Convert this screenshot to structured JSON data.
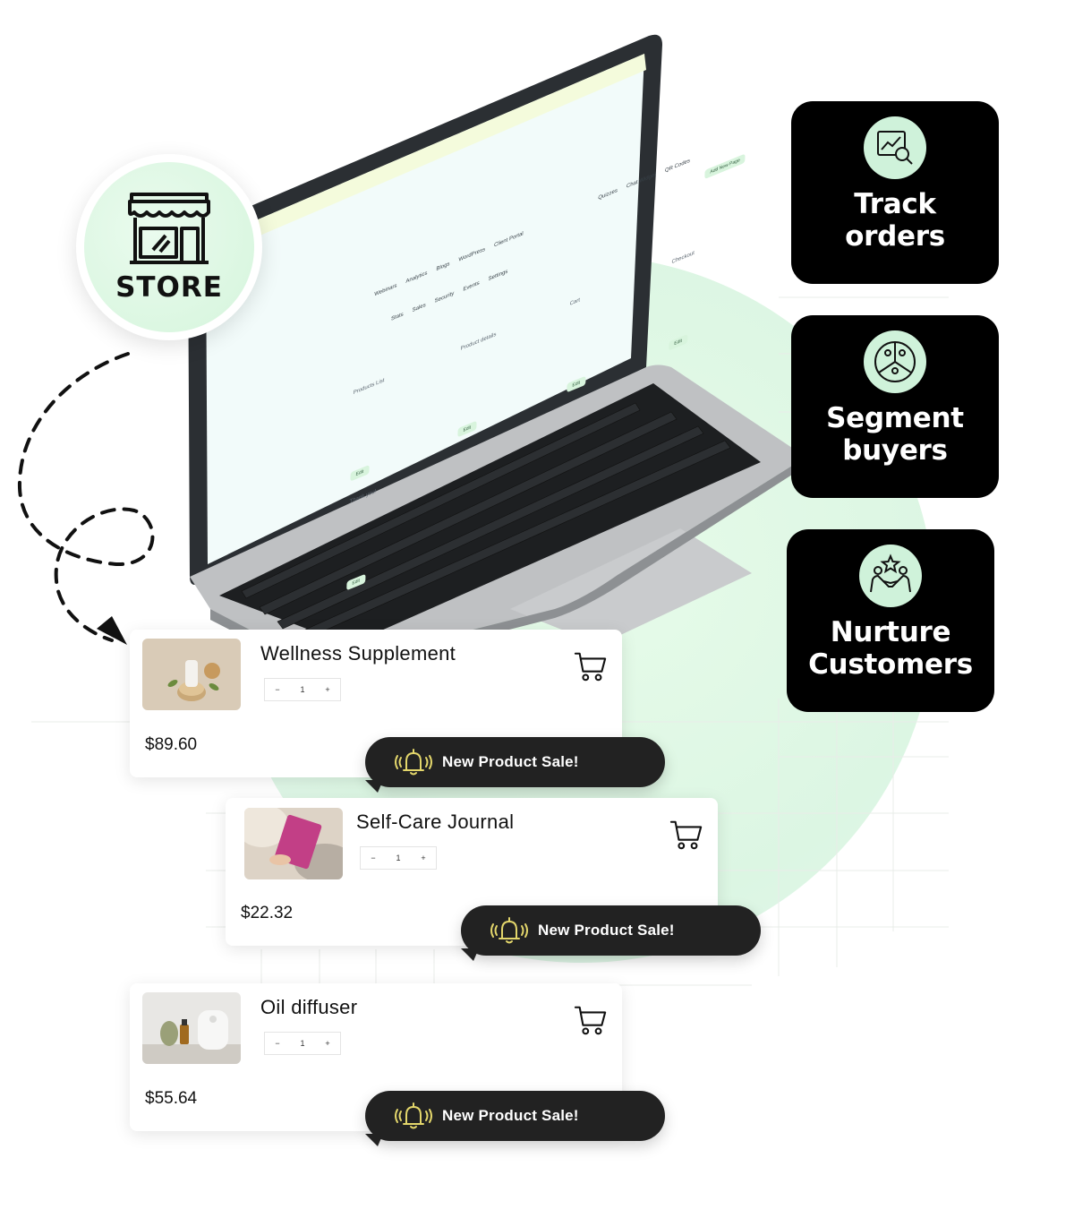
{
  "store_badge": {
    "label": "STORE"
  },
  "laptop_screen": {
    "nav_top": [
      "Quizzes",
      "Chat Widget",
      "QR Codes"
    ],
    "nav_mid": [
      "Webinars",
      "Analytics",
      "Blogs",
      "WordPress",
      "Client Portal"
    ],
    "nav_sub": [
      "Stats",
      "Sales",
      "Security",
      "Events",
      "Settings"
    ],
    "add_page": "Add New Page",
    "tiles": [
      "Products List",
      "Product details",
      "Cart",
      "Checkout",
      "Thank you!"
    ],
    "edit_label": "Edit"
  },
  "features": [
    {
      "title_line1": "Track",
      "title_line2": "orders",
      "icon": "chart-magnifier-icon"
    },
    {
      "title_line1": "Segment",
      "title_line2": "buyers",
      "icon": "segmented-people-icon"
    },
    {
      "title_line1": "Nurture",
      "title_line2": "Customers",
      "icon": "handshake-star-icon"
    }
  ],
  "products": [
    {
      "name": "Wellness Supplement",
      "qty": "1",
      "price": "$89.60",
      "toast": "New Product Sale!"
    },
    {
      "name": "Self-Care Journal",
      "qty": "1",
      "price": "$22.32",
      "toast": "New Product Sale!"
    },
    {
      "name": "Oil diffuser",
      "qty": "1",
      "price": "$55.64",
      "toast": "New Product Sale!"
    }
  ],
  "qty_controls": {
    "minus": "−",
    "plus": "+"
  },
  "colors": {
    "accent_green": "#cff2da",
    "card_black": "#000000",
    "toast_dark": "#222222",
    "bell_yellow": "#e3d66b"
  }
}
